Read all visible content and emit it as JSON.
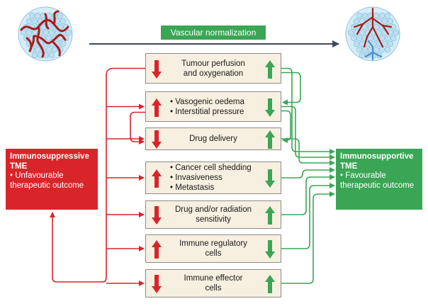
{
  "header": {
    "label": "Vascular normalization"
  },
  "boxes": [
    {
      "lines": [
        "Tumour perfusion",
        "and oxygenation"
      ],
      "list": false,
      "left_dir": "down",
      "right_dir": "up"
    },
    {
      "lines": [
        "Vasogenic oedema",
        "Interstitial pressure"
      ],
      "list": true,
      "left_dir": "up",
      "right_dir": "down"
    },
    {
      "lines": [
        "Drug delivery"
      ],
      "list": false,
      "left_dir": "down",
      "right_dir": "up"
    },
    {
      "lines": [
        "Cancer cell shedding",
        "Invasiveness",
        "Metastasis"
      ],
      "list": true,
      "left_dir": "up",
      "right_dir": "down"
    },
    {
      "lines": [
        "Drug and/or radiation",
        "sensitivity"
      ],
      "list": false,
      "left_dir": "down",
      "right_dir": "up"
    },
    {
      "lines": [
        "Immune regulatory",
        "cells"
      ],
      "list": false,
      "left_dir": "up",
      "right_dir": "down"
    },
    {
      "lines": [
        "Immune effector",
        "cells"
      ],
      "list": false,
      "left_dir": "down",
      "right_dir": "up"
    }
  ],
  "left_panel": {
    "title_line1": "Immunosuppressive",
    "title_line2": "TME",
    "bullet": "Unfavourable therapeutic outcome"
  },
  "right_panel": {
    "title_line1": "Immunosupportive",
    "title_line2": "TME",
    "bullet": "Favourable therapeutic outcome"
  },
  "colors": {
    "red": "#d9252a",
    "green": "#3aa655",
    "box_fill": "#f7efe0",
    "vessel": "#a81c1c",
    "cell": "#bfe0ef",
    "arrow_line": "#3d4a5c"
  }
}
